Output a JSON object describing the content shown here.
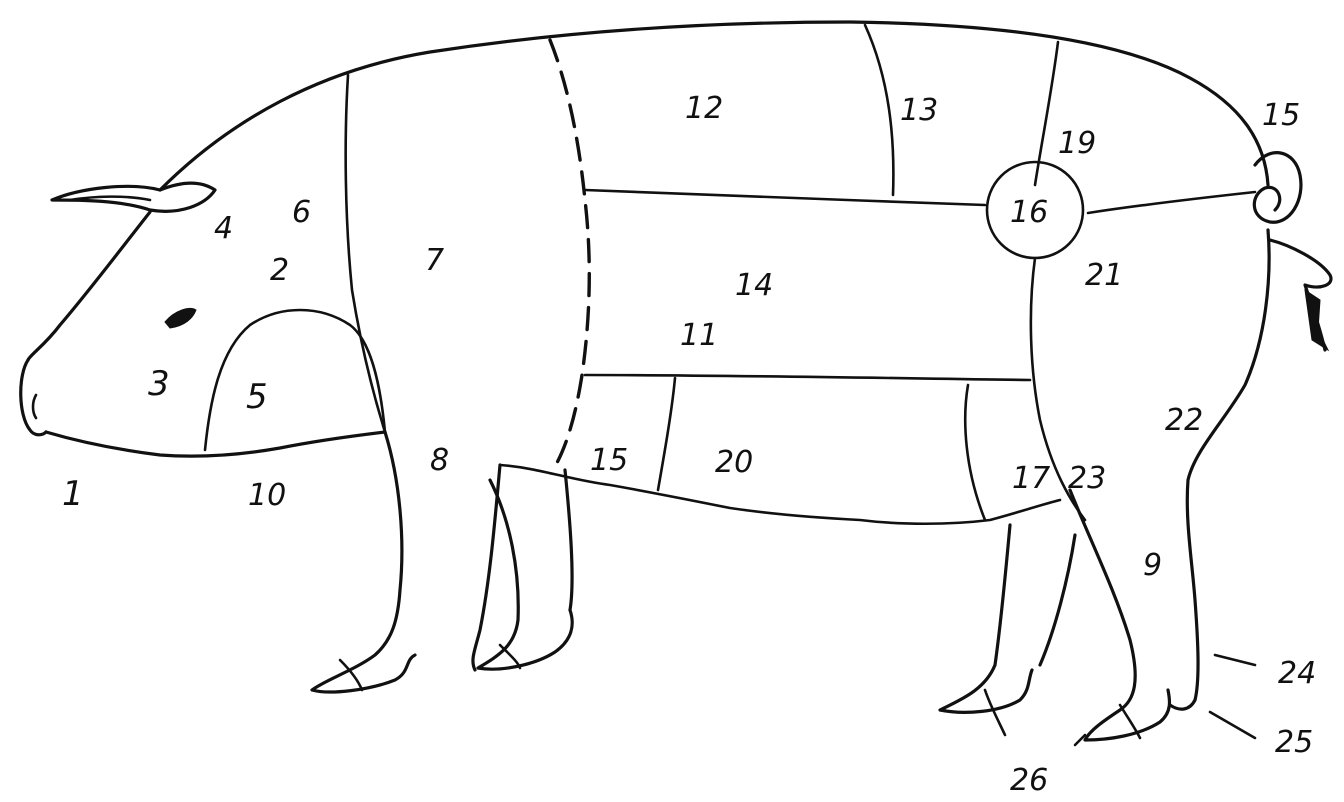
{
  "labels": {
    "l1": "1",
    "l2": "2",
    "l3": "3",
    "l4": "4",
    "l5": "5",
    "l6": "6",
    "l7": "7",
    "l8": "8",
    "l9": "9",
    "l10": "10",
    "l11": "11",
    "l12": "12",
    "l13": "13",
    "l14": "14",
    "l15_tail": "15",
    "l15_belly": "15",
    "l16": "16",
    "l17": "17",
    "l19": "19",
    "l20": "20",
    "l21": "21",
    "l22": "22",
    "l23": "23",
    "l24": "24",
    "l25": "25",
    "l26": "26"
  }
}
